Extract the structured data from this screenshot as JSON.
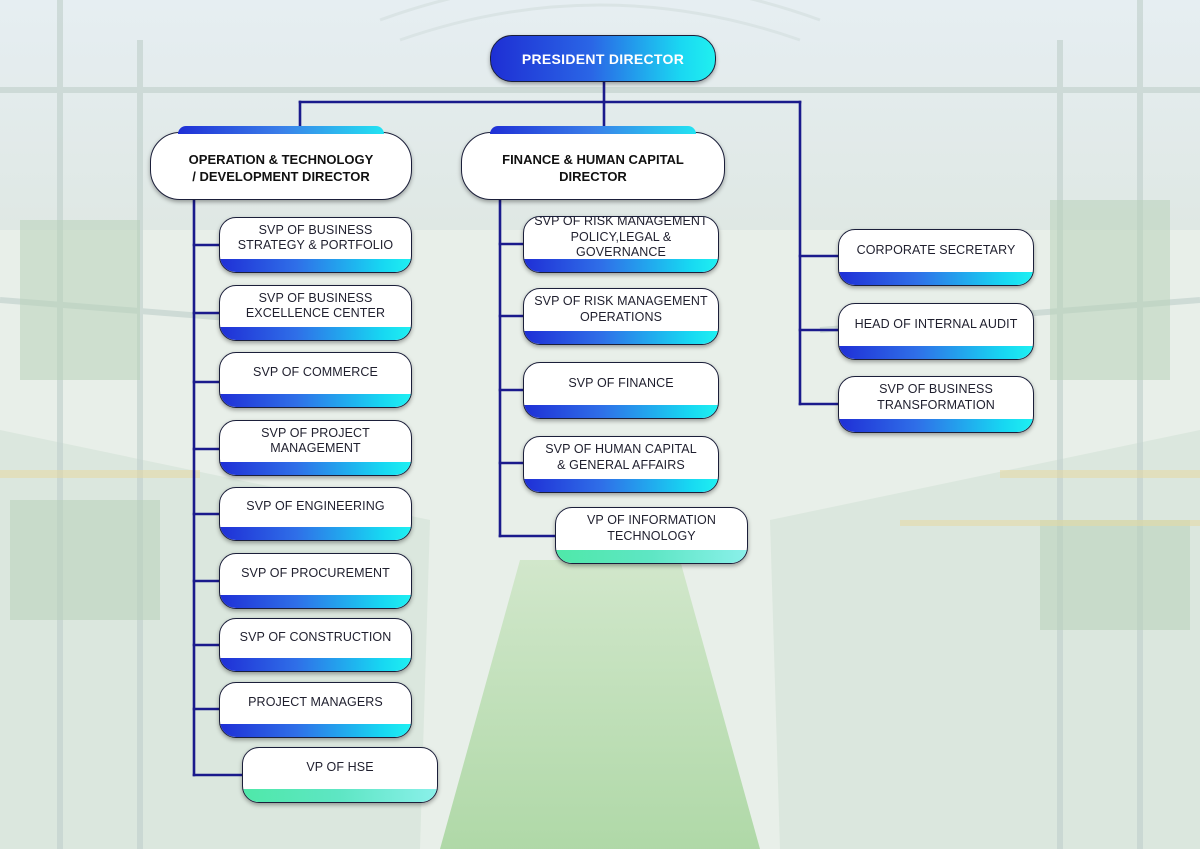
{
  "president": {
    "title": "PRESIDENT DIRECTOR"
  },
  "directors": [
    {
      "line1": "OPERATION & TECHNOLOGY",
      "line2": "/ DEVELOPMENT DIRECTOR"
    },
    {
      "line1": "FINANCE & HUMAN CAPITAL",
      "line2": "DIRECTOR"
    }
  ],
  "ops_units": [
    {
      "line1": "SVP OF BUSINESS",
      "line2": "STRATEGY & PORTFOLIO"
    },
    {
      "line1": "SVP OF BUSINESS",
      "line2": "EXCELLENCE CENTER"
    },
    {
      "line1": "SVP OF COMMERCE",
      "line2": ""
    },
    {
      "line1": "SVP OF PROJECT",
      "line2": "MANAGEMENT"
    },
    {
      "line1": "SVP OF ENGINEERING",
      "line2": ""
    },
    {
      "line1": "SVP OF PROCUREMENT",
      "line2": ""
    },
    {
      "line1": "SVP OF CONSTRUCTION",
      "line2": ""
    },
    {
      "line1": "PROJECT MANAGERS",
      "line2": ""
    },
    {
      "line1": "VP OF HSE",
      "line2": ""
    }
  ],
  "finance_units": [
    {
      "line1": "SVP OF RISK MANAGEMENT",
      "line2": "POLICY,LEGAL & GOVERNANCE"
    },
    {
      "line1": "SVP OF RISK MANAGEMENT",
      "line2": "OPERATIONS"
    },
    {
      "line1": "SVP OF FINANCE",
      "line2": ""
    },
    {
      "line1": "SVP OF HUMAN CAPITAL",
      "line2": "& GENERAL AFFAIRS"
    },
    {
      "line1": "VP OF INFORMATION",
      "line2": "TECHNOLOGY"
    }
  ],
  "staff_units": [
    {
      "line1": "CORPORATE SECRETARY",
      "line2": ""
    },
    {
      "line1": "HEAD OF INTERNAL AUDIT",
      "line2": ""
    },
    {
      "line1": "SVP OF BUSINESS",
      "line2": "TRANSFORMATION"
    }
  ],
  "colors": {
    "line": "#1a1a8c",
    "bar_start": "#1f2fd6",
    "bar_end": "#1ff0f2",
    "green_start": "#4fe8a9",
    "green_end": "#8af0ea"
  }
}
